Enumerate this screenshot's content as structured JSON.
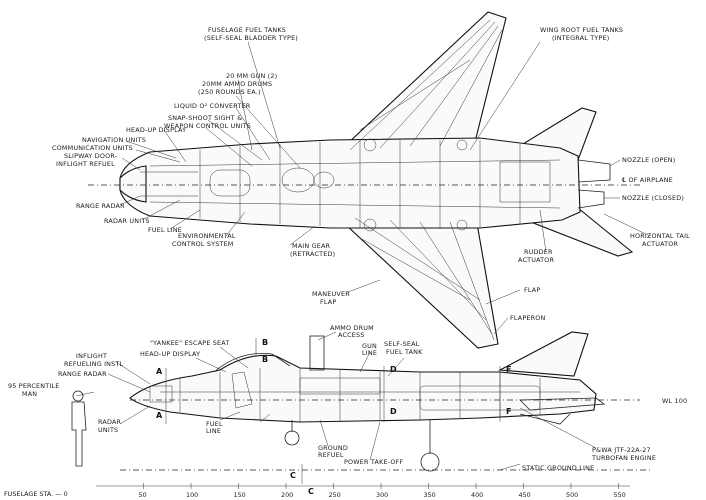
{
  "top_view_labels": {
    "fuselage_fuel_tanks": "FUSELAGE FUEL TANKS",
    "fuselage_fuel_tanks_type": "(SELF-SEAL BLADDER TYPE)",
    "wing_root_fuel_tanks": "WING ROOT FUEL TANKS",
    "wing_root_fuel_tanks_type": "(INTEGRAL TYPE)",
    "gun": "20 MM GUN (2)",
    "ammo_drums": "20MM AMMO DRUMS",
    "ammo_drums_rounds": "(250 ROUNDS EA.)",
    "lox": "LIQUID O² CONVERTER",
    "snap_shoot": "SNAP-SHOOT SIGHT &",
    "weapon_control": "WEAPON CONTROL UNITS",
    "hud": "HEAD-UP DISPLAY",
    "nav_units": "NAVIGATION UNITS",
    "comm_units": "COMMUNICATION UNITS",
    "slipway_door": "SLIPWAY DOOR-",
    "inflight_refuel": "INFLIGHT REFUEL",
    "range_radar": "RANGE RADAR",
    "radar_units": "RADAR UNITS",
    "fuel_line": "FUEL LINE",
    "env_control": "ENVIRONMENTAL",
    "env_control_2": "CONTROL SYSTEM",
    "main_gear": "MAIN GEAR",
    "main_gear_state": "(RETRACTED)",
    "nozzle_open": "NOZZLE (OPEN)",
    "centerline": "℄ OF AIRPLANE",
    "nozzle_closed": "NOZZLE (CLOSED)",
    "rudder_actuator": "RUDDER",
    "rudder_actuator_2": "ACTUATOR",
    "horiz_tail": "HORIZONTAL TAIL",
    "horiz_tail_2": "ACTUATOR",
    "flap": "FLAP",
    "maneuver_flap": "MANEUVER",
    "maneuver_flap_2": "FLAP",
    "flaperon": "FLAPERON"
  },
  "side_view_labels": {
    "ammo_drum_access": "AMMO DRUM",
    "ammo_drum_access_2": "ACCESS",
    "seat": "\"YANKEE\" ESCAPE SEAT",
    "hud": "HEAD-UP DISPLAY",
    "inflight": "INFLIGHT",
    "refueling": "REFUELING INSTL",
    "range_radar": "RANGE RADAR",
    "man": "95 PERCENTILE",
    "man_2": "MAN",
    "radar_units": "RADAR",
    "radar_units_2": "UNITS",
    "fuel_line": "FUEL",
    "fuel_line_2": "LINE",
    "gun_line": "GUN",
    "gun_line_2": "LINE",
    "self_seal": "SELF-SEAL",
    "self_seal_2": "FUEL TANK",
    "ground_refuel": "GROUND",
    "ground_refuel_2": "REFUEL",
    "power_take_off": "POWER TAKE-OFF",
    "engine": "P&WA JTF-22A-27",
    "engine_2": "TURBOFAN ENGINE",
    "wl": "WL 100",
    "static_ground": "STATIC GROUND LINE"
  },
  "section_markers": [
    "A",
    "A",
    "B",
    "B",
    "C",
    "C",
    "D",
    "D",
    "F",
    "F"
  ],
  "fuselage_sta_label": "FUSELAGE STA. — 0",
  "station_ticks": [
    "50",
    "100",
    "150",
    "200",
    "250",
    "300",
    "350",
    "400",
    "450",
    "500",
    "550"
  ]
}
